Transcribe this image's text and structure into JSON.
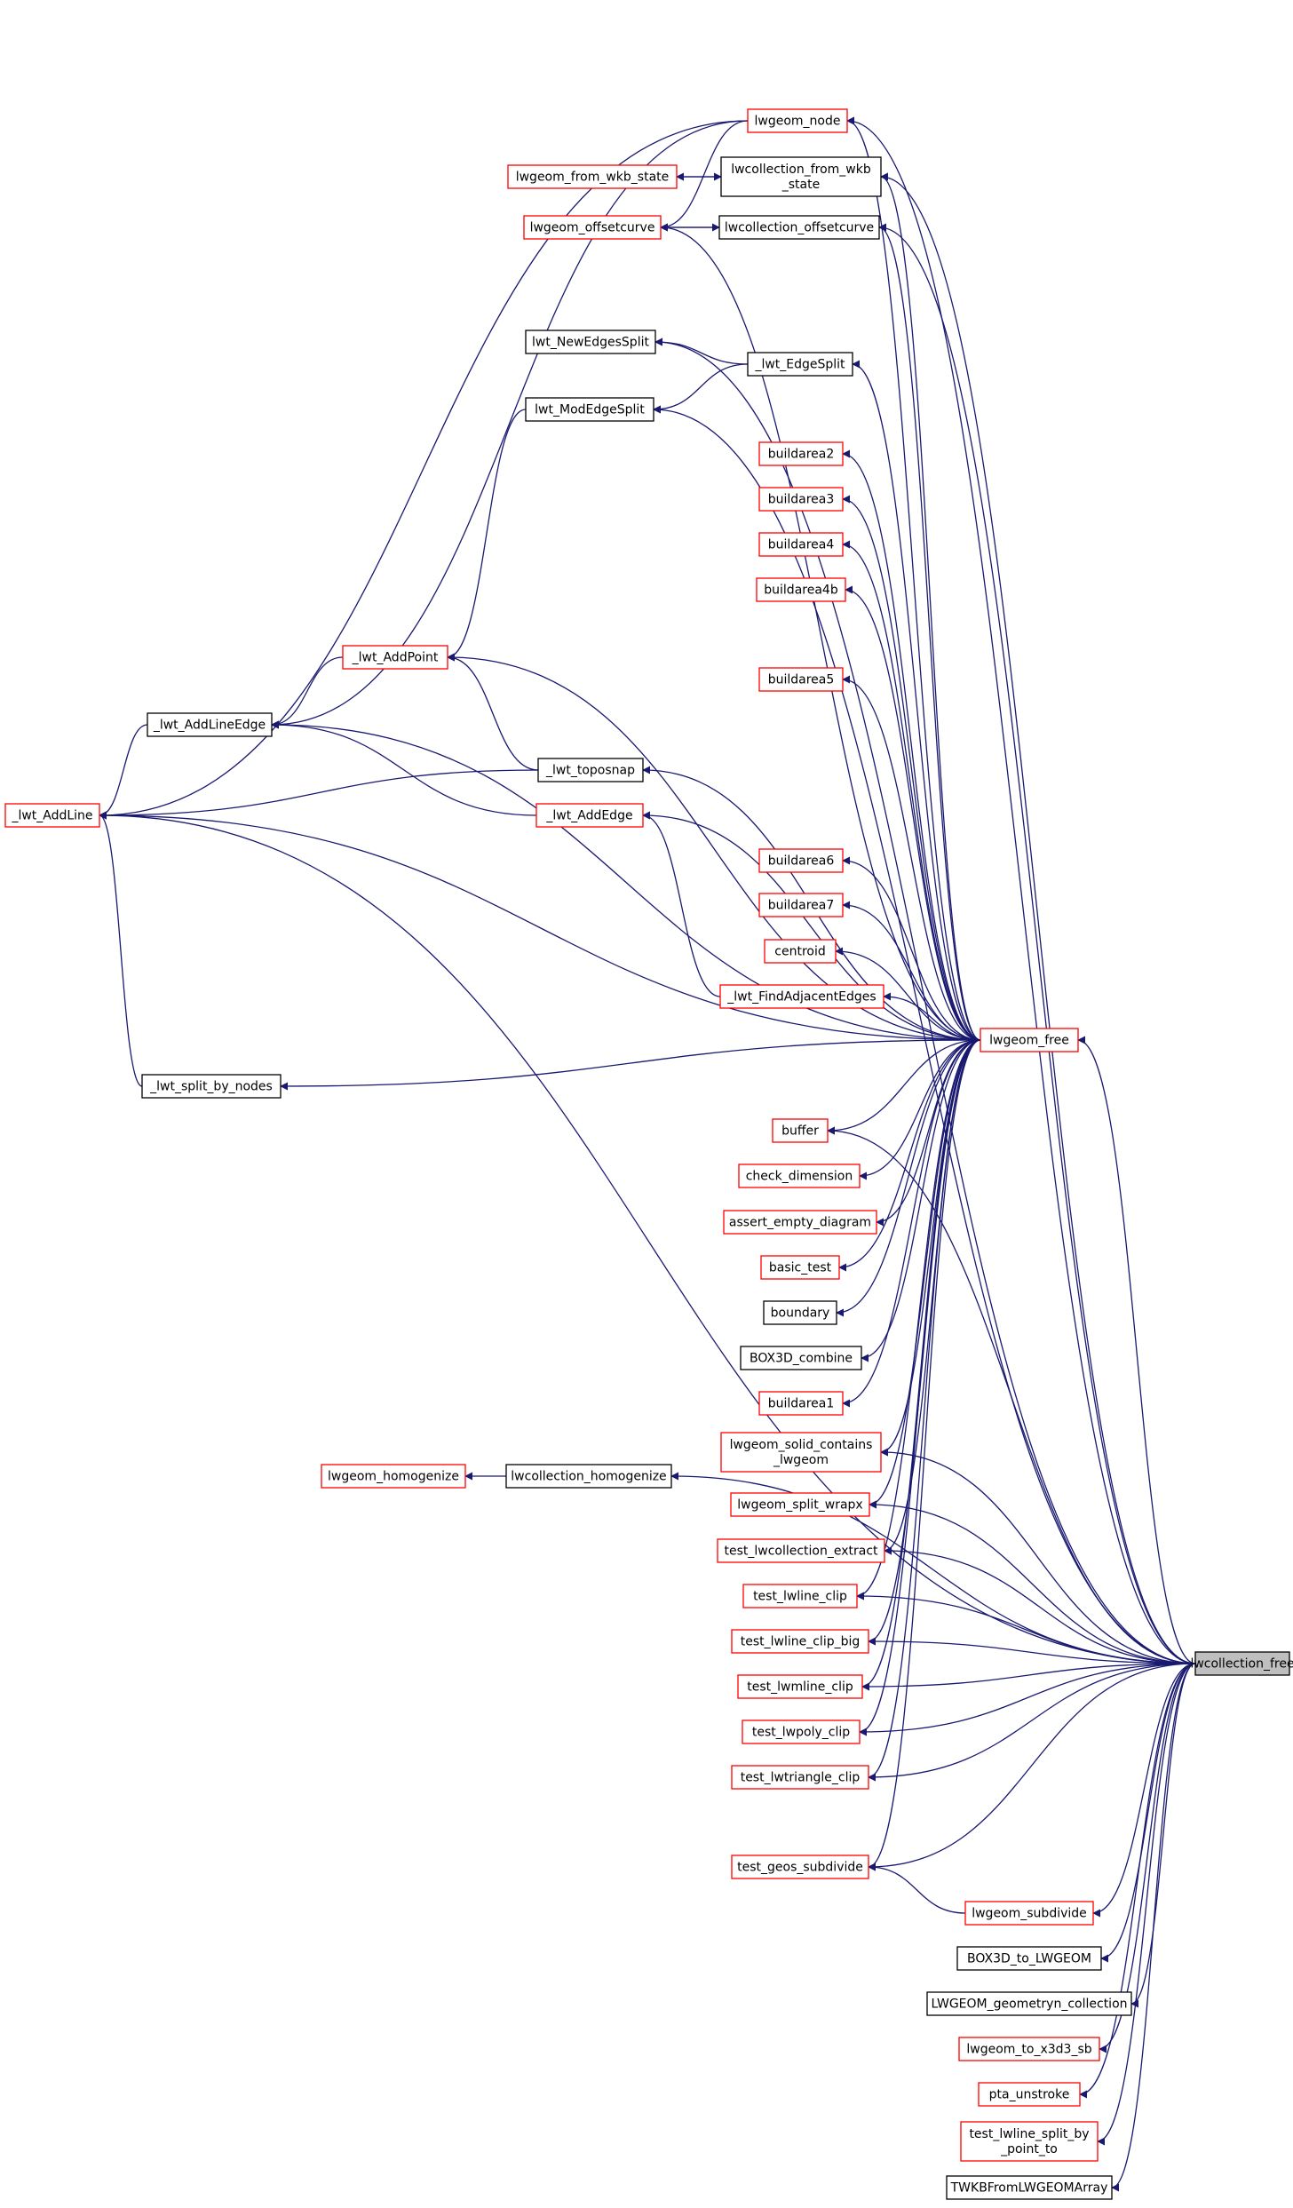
{
  "graph": {
    "colors": {
      "edge": "#191970",
      "border_default": "#000000",
      "border_external": "#ff0000",
      "focus_fill": "#bfbfbf",
      "node_fill": "#ffffff",
      "text": "#000000"
    },
    "nodes": [
      {
        "id": "lwgeom_node",
        "lines": [
          "lwgeom_node"
        ],
        "style": "external"
      },
      {
        "id": "lwgeom_from_wkb_state",
        "lines": [
          "lwgeom_from_wkb_state"
        ],
        "style": "external"
      },
      {
        "id": "lwcollection_from_wkb_state",
        "lines": [
          "lwcollection_from_wkb",
          "_state"
        ],
        "style": "default"
      },
      {
        "id": "lwgeom_offsetcurve",
        "lines": [
          "lwgeom_offsetcurve"
        ],
        "style": "external"
      },
      {
        "id": "lwcollection_offsetcurve",
        "lines": [
          "lwcollection_offsetcurve"
        ],
        "style": "default"
      },
      {
        "id": "lwt_NewEdgesSplit",
        "lines": [
          "lwt_NewEdgesSplit"
        ],
        "style": "default"
      },
      {
        "id": "_lwt_EdgeSplit",
        "lines": [
          "_lwt_EdgeSplit"
        ],
        "style": "default"
      },
      {
        "id": "lwt_ModEdgeSplit",
        "lines": [
          "lwt_ModEdgeSplit"
        ],
        "style": "default"
      },
      {
        "id": "buildarea2",
        "lines": [
          "buildarea2"
        ],
        "style": "external"
      },
      {
        "id": "buildarea3",
        "lines": [
          "buildarea3"
        ],
        "style": "external"
      },
      {
        "id": "buildarea4",
        "lines": [
          "buildarea4"
        ],
        "style": "external"
      },
      {
        "id": "buildarea4b",
        "lines": [
          "buildarea4b"
        ],
        "style": "external"
      },
      {
        "id": "_lwt_AddPoint",
        "lines": [
          "_lwt_AddPoint"
        ],
        "style": "external"
      },
      {
        "id": "buildarea5",
        "lines": [
          "buildarea5"
        ],
        "style": "external"
      },
      {
        "id": "_lwt_AddLineEdge",
        "lines": [
          "_lwt_AddLineEdge"
        ],
        "style": "default"
      },
      {
        "id": "_lwt_toposnap",
        "lines": [
          "_lwt_toposnap"
        ],
        "style": "default"
      },
      {
        "id": "_lwt_AddLine",
        "lines": [
          "_lwt_AddLine"
        ],
        "style": "external"
      },
      {
        "id": "_lwt_AddEdge",
        "lines": [
          "_lwt_AddEdge"
        ],
        "style": "external"
      },
      {
        "id": "buildarea6",
        "lines": [
          "buildarea6"
        ],
        "style": "external"
      },
      {
        "id": "buildarea7",
        "lines": [
          "buildarea7"
        ],
        "style": "external"
      },
      {
        "id": "centroid",
        "lines": [
          "centroid"
        ],
        "style": "external"
      },
      {
        "id": "_lwt_FindAdjacentEdges",
        "lines": [
          "_lwt_FindAdjacentEdges"
        ],
        "style": "external"
      },
      {
        "id": "lwgeom_free",
        "lines": [
          "lwgeom_free"
        ],
        "style": "external"
      },
      {
        "id": "_lwt_split_by_nodes",
        "lines": [
          "_lwt_split_by_nodes"
        ],
        "style": "default"
      },
      {
        "id": "buffer",
        "lines": [
          "buffer"
        ],
        "style": "external"
      },
      {
        "id": "check_dimension",
        "lines": [
          "check_dimension"
        ],
        "style": "external"
      },
      {
        "id": "assert_empty_diagram",
        "lines": [
          "assert_empty_diagram"
        ],
        "style": "external"
      },
      {
        "id": "basic_test",
        "lines": [
          "basic_test"
        ],
        "style": "external"
      },
      {
        "id": "boundary",
        "lines": [
          "boundary"
        ],
        "style": "default"
      },
      {
        "id": "BOX3D_combine",
        "lines": [
          "BOX3D_combine"
        ],
        "style": "default"
      },
      {
        "id": "buildarea1",
        "lines": [
          "buildarea1"
        ],
        "style": "external"
      },
      {
        "id": "lwgeom_solid_contains_lwgeom",
        "lines": [
          "lwgeom_solid_contains",
          "_lwgeom"
        ],
        "style": "external"
      },
      {
        "id": "lwgeom_homogenize",
        "lines": [
          "lwgeom_homogenize"
        ],
        "style": "external"
      },
      {
        "id": "lwcollection_homogenize",
        "lines": [
          "lwcollection_homogenize"
        ],
        "style": "default"
      },
      {
        "id": "lwgeom_split_wrapx",
        "lines": [
          "lwgeom_split_wrapx"
        ],
        "style": "external"
      },
      {
        "id": "test_lwcollection_extract",
        "lines": [
          "test_lwcollection_extract"
        ],
        "style": "external"
      },
      {
        "id": "test_lwline_clip",
        "lines": [
          "test_lwline_clip"
        ],
        "style": "external"
      },
      {
        "id": "test_lwline_clip_big",
        "lines": [
          "test_lwline_clip_big"
        ],
        "style": "external"
      },
      {
        "id": "lwcollection_free",
        "lines": [
          "lwcollection_free"
        ],
        "style": "focus"
      },
      {
        "id": "test_lwmline_clip",
        "lines": [
          "test_lwmline_clip"
        ],
        "style": "external"
      },
      {
        "id": "test_lwpoly_clip",
        "lines": [
          "test_lwpoly_clip"
        ],
        "style": "external"
      },
      {
        "id": "test_lwtriangle_clip",
        "lines": [
          "test_lwtriangle_clip"
        ],
        "style": "external"
      },
      {
        "id": "test_geos_subdivide",
        "lines": [
          "test_geos_subdivide"
        ],
        "style": "external"
      },
      {
        "id": "lwgeom_subdivide",
        "lines": [
          "lwgeom_subdivide"
        ],
        "style": "external"
      },
      {
        "id": "BOX3D_to_LWGEOM",
        "lines": [
          "BOX3D_to_LWGEOM"
        ],
        "style": "default"
      },
      {
        "id": "LWGEOM_geometryn_collection",
        "lines": [
          "LWGEOM_geometryn_collection"
        ],
        "style": "default"
      },
      {
        "id": "lwgeom_to_x3d3_sb",
        "lines": [
          "lwgeom_to_x3d3_sb"
        ],
        "style": "external"
      },
      {
        "id": "pta_unstroke",
        "lines": [
          "pta_unstroke"
        ],
        "style": "external"
      },
      {
        "id": "test_lwline_split_by_point_to",
        "lines": [
          "test_lwline_split_by",
          "_point_to"
        ],
        "style": "external"
      },
      {
        "id": "TWKBFromLWGEOMArray",
        "lines": [
          "TWKBFromLWGEOMArray"
        ],
        "style": "default"
      }
    ],
    "edges": [
      [
        "lwgeom_node",
        "_lwt_AddLine"
      ],
      [
        "lwgeom_node",
        "_lwt_AddLineEdge"
      ],
      [
        "lwgeom_node",
        "lwgeom_offsetcurve"
      ],
      [
        "lwgeom_from_wkb_state",
        "lwcollection_from_wkb_state"
      ],
      [
        "lwcollection_from_wkb_state",
        "lwgeom_from_wkb_state"
      ],
      [
        "lwgeom_offsetcurve",
        "lwcollection_offsetcurve"
      ],
      [
        "lwcollection_offsetcurve",
        "lwgeom_offsetcurve"
      ],
      [
        "_lwt_EdgeSplit",
        "lwt_NewEdgesSplit"
      ],
      [
        "_lwt_EdgeSplit",
        "lwt_ModEdgeSplit"
      ],
      [
        "lwt_ModEdgeSplit",
        "_lwt_AddPoint"
      ],
      [
        "_lwt_AddPoint",
        "_lwt_AddLineEdge"
      ],
      [
        "_lwt_AddLineEdge",
        "_lwt_AddLine"
      ],
      [
        "_lwt_toposnap",
        "_lwt_AddPoint"
      ],
      [
        "_lwt_toposnap",
        "_lwt_AddLine"
      ],
      [
        "_lwt_AddEdge",
        "_lwt_AddLineEdge"
      ],
      [
        "_lwt_FindAdjacentEdges",
        "_lwt_AddEdge"
      ],
      [
        "_lwt_split_by_nodes",
        "_lwt_AddLine"
      ],
      [
        "lwcollection_homogenize",
        "lwgeom_homogenize"
      ],
      [
        "lwgeom_subdivide",
        "test_geos_subdivide"
      ],
      [
        "lwgeom_free",
        "lwgeom_node"
      ],
      [
        "lwgeom_free",
        "lwcollection_from_wkb_state"
      ],
      [
        "lwgeom_free",
        "lwgeom_offsetcurve"
      ],
      [
        "lwgeom_free",
        "lwcollection_offsetcurve"
      ],
      [
        "lwgeom_free",
        "_lwt_EdgeSplit"
      ],
      [
        "lwgeom_free",
        "buildarea2"
      ],
      [
        "lwgeom_free",
        "buildarea3"
      ],
      [
        "lwgeom_free",
        "buildarea4"
      ],
      [
        "lwgeom_free",
        "buildarea4b"
      ],
      [
        "lwgeom_free",
        "_lwt_AddPoint"
      ],
      [
        "lwgeom_free",
        "buildarea5"
      ],
      [
        "lwgeom_free",
        "_lwt_AddLineEdge"
      ],
      [
        "lwgeom_free",
        "_lwt_toposnap"
      ],
      [
        "lwgeom_free",
        "_lwt_AddEdge"
      ],
      [
        "lwgeom_free",
        "buildarea6"
      ],
      [
        "lwgeom_free",
        "buildarea7"
      ],
      [
        "lwgeom_free",
        "centroid"
      ],
      [
        "lwgeom_free",
        "_lwt_FindAdjacentEdges"
      ],
      [
        "lwgeom_free",
        "_lwt_AddLine"
      ],
      [
        "lwgeom_free",
        "_lwt_split_by_nodes"
      ],
      [
        "lwgeom_free",
        "buffer"
      ],
      [
        "lwgeom_free",
        "check_dimension"
      ],
      [
        "lwgeom_free",
        "assert_empty_diagram"
      ],
      [
        "lwgeom_free",
        "basic_test"
      ],
      [
        "lwgeom_free",
        "boundary"
      ],
      [
        "lwgeom_free",
        "BOX3D_combine"
      ],
      [
        "lwgeom_free",
        "buildarea1"
      ],
      [
        "lwgeom_free",
        "lwgeom_solid_contains_lwgeom"
      ],
      [
        "lwgeom_free",
        "lwgeom_split_wrapx"
      ],
      [
        "lwgeom_free",
        "test_lwcollection_extract"
      ],
      [
        "lwgeom_free",
        "test_lwline_clip"
      ],
      [
        "lwgeom_free",
        "test_lwline_clip_big"
      ],
      [
        "lwgeom_free",
        "test_lwmline_clip"
      ],
      [
        "lwgeom_free",
        "test_lwpoly_clip"
      ],
      [
        "lwgeom_free",
        "test_lwtriangle_clip"
      ],
      [
        "lwgeom_free",
        "test_geos_subdivide"
      ],
      [
        "lwcollection_free",
        "lwgeom_free"
      ],
      [
        "lwcollection_free",
        "lwgeom_node"
      ],
      [
        "lwcollection_free",
        "lwcollection_from_wkb_state"
      ],
      [
        "lwcollection_free",
        "lwcollection_offsetcurve"
      ],
      [
        "lwcollection_free",
        "lwt_NewEdgesSplit"
      ],
      [
        "lwcollection_free",
        "lwt_ModEdgeSplit"
      ],
      [
        "lwcollection_free",
        "_lwt_AddLine"
      ],
      [
        "lwcollection_free",
        "buffer"
      ],
      [
        "lwcollection_free",
        "lwgeom_solid_contains_lwgeom"
      ],
      [
        "lwcollection_free",
        "lwgeom_split_wrapx"
      ],
      [
        "lwcollection_free",
        "test_lwcollection_extract"
      ],
      [
        "lwcollection_free",
        "test_lwline_clip"
      ],
      [
        "lwcollection_free",
        "test_lwline_clip_big"
      ],
      [
        "lwcollection_free",
        "test_lwmline_clip"
      ],
      [
        "lwcollection_free",
        "test_lwpoly_clip"
      ],
      [
        "lwcollection_free",
        "test_lwtriangle_clip"
      ],
      [
        "lwcollection_free",
        "lwcollection_homogenize"
      ],
      [
        "lwcollection_free",
        "test_geos_subdivide"
      ],
      [
        "lwcollection_free",
        "lwgeom_subdivide"
      ],
      [
        "lwcollection_free",
        "BOX3D_to_LWGEOM"
      ],
      [
        "lwcollection_free",
        "LWGEOM_geometryn_collection"
      ],
      [
        "lwcollection_free",
        "lwgeom_to_x3d3_sb"
      ],
      [
        "lwcollection_free",
        "pta_unstroke"
      ],
      [
        "lwcollection_free",
        "test_lwline_split_by_point_to"
      ],
      [
        "lwcollection_free",
        "TWKBFromLWGEOMArray"
      ]
    ]
  }
}
